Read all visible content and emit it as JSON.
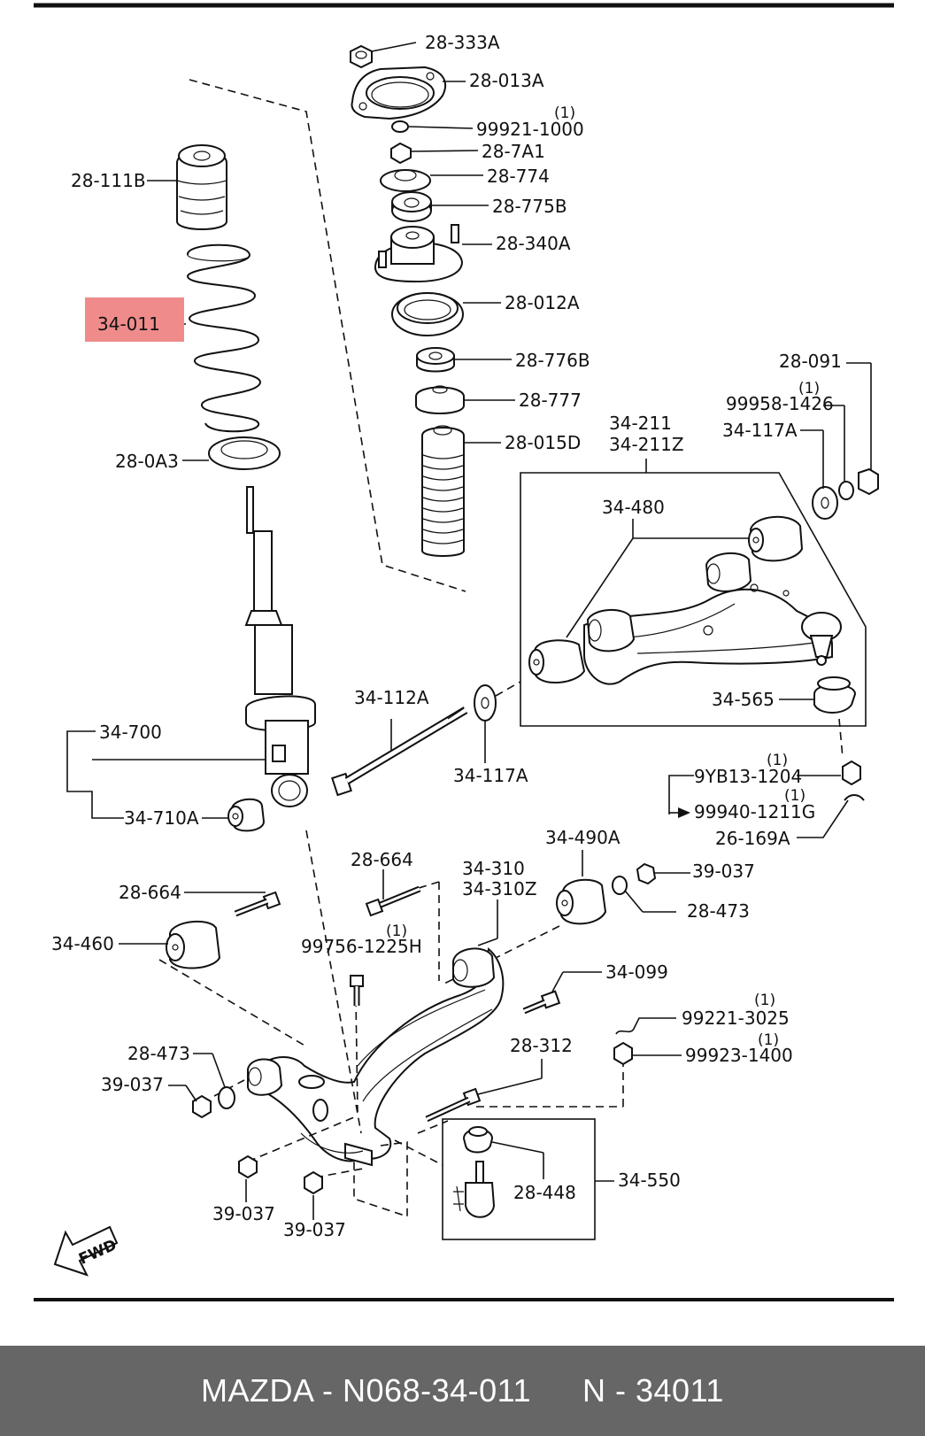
{
  "diagram": {
    "parts": {
      "p28_333A": "28-333A",
      "p28_013A": "28-013A",
      "p99921_1000": "99921-1000",
      "p28_7A1": "28-7A1",
      "p28_774": "28-774",
      "p28_775B": "28-775B",
      "p28_340A": "28-340A",
      "p28_012A": "28-012A",
      "p28_776B": "28-776B",
      "p28_777": "28-777",
      "p28_015D": "28-015D",
      "p28_111B": "28-111B",
      "p34_011": "34-011",
      "p28_0A3": "28-0A3",
      "p34_700": "34-700",
      "p34_710A": "34-710A",
      "p34_112A": "34-112A",
      "p34_117A_a": "34-117A",
      "p34_117A_b": "34-117A",
      "p28_091": "28-091",
      "p99958_1426": "99958-1426",
      "p34_211": "34-211",
      "p34_211Z": "34-211Z",
      "p34_480": "34-480",
      "p34_565": "34-565",
      "p9YB13_1204": "9YB13-1204",
      "p99940_1211G": "99940-1211G",
      "p26_169A": "26-169A",
      "p34_490A": "34-490A",
      "p39_037_a": "39-037",
      "p28_473_a": "28-473",
      "p28_664_a": "28-664",
      "p28_664_b": "28-664",
      "p34_310": "34-310",
      "p34_310Z": "34-310Z",
      "p34_460": "34-460",
      "p99756_1225H": "99756-1225H",
      "p34_099": "34-099",
      "p99221_3025": "99221-3025",
      "p99923_1400": "99923-1400",
      "p28_473_b": "28-473",
      "p39_037_b": "39-037",
      "p28_312": "28-312",
      "p28_448": "28-448",
      "p34_550": "34-550",
      "p39_037_c": "39-037",
      "p39_037_d": "39-037"
    },
    "quantities": {
      "q99921_1000": "(1)",
      "q99958_1426": "(1)",
      "q9YB13_1204": "(1)",
      "q99940_1211G": "(1)",
      "q99756_1225H": "(1)",
      "q99221_3025": "(1)",
      "q99923_1400": "(1)"
    },
    "fwd_label": "FWD",
    "highlight_color": "#ef8b8b"
  },
  "caption": {
    "brand_part": "MAZDA - N068-34-011",
    "short_code": "N - 34011"
  }
}
